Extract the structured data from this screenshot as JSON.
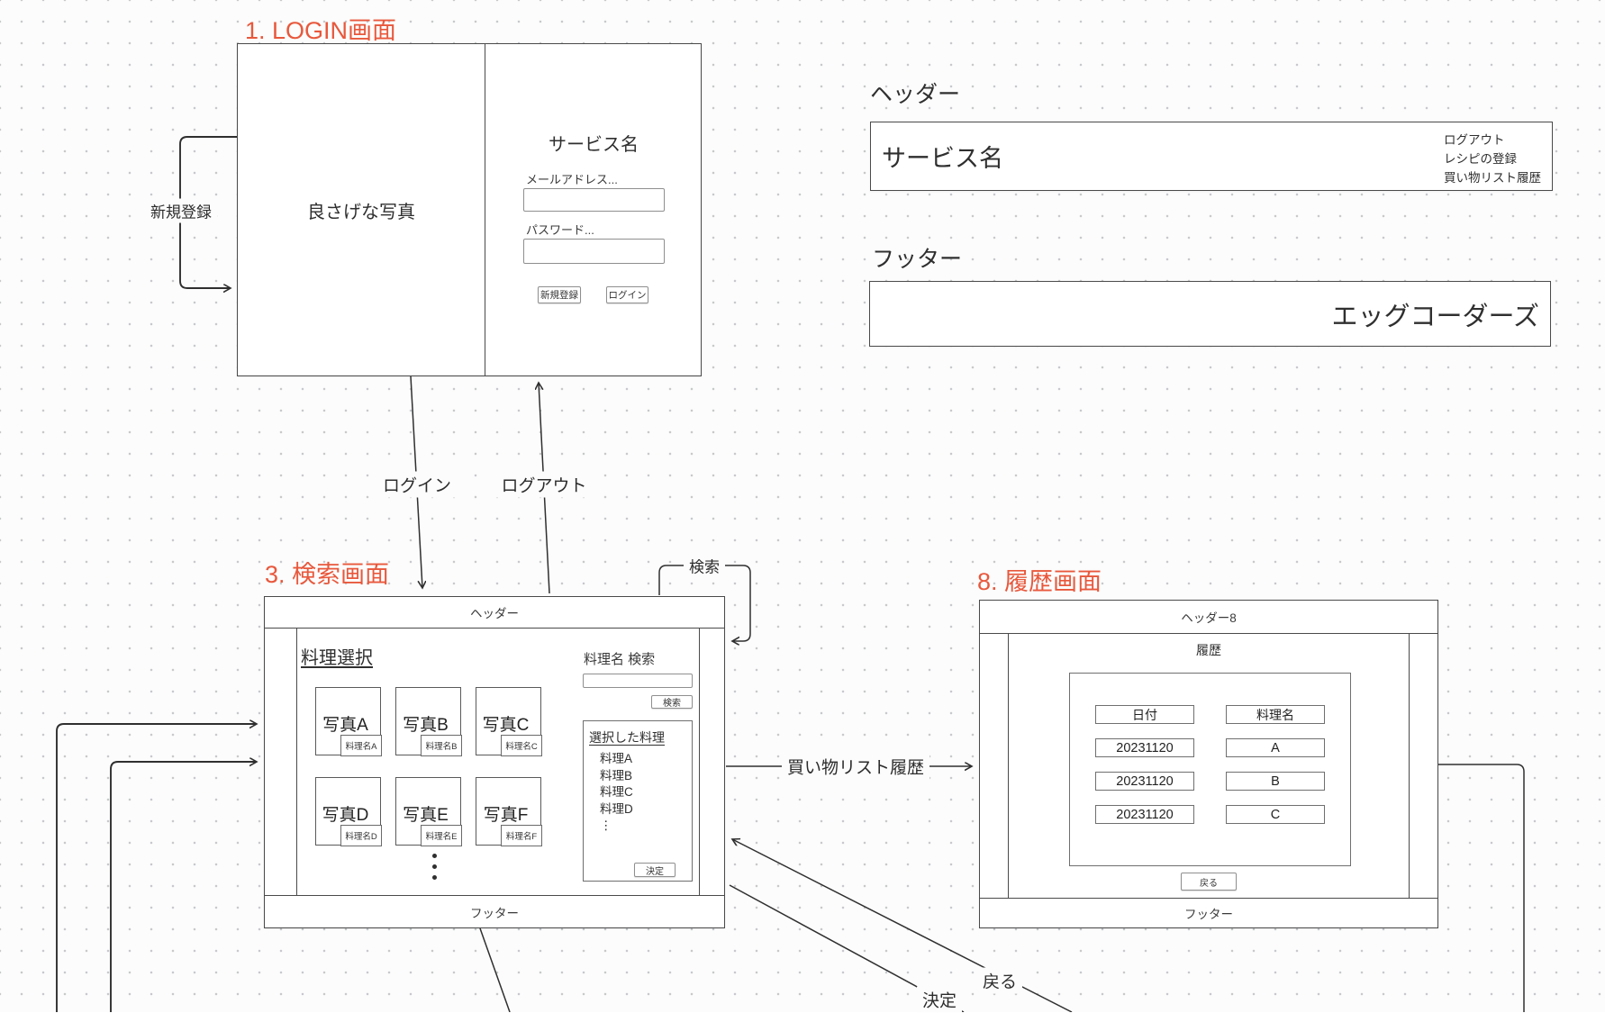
{
  "titles": {
    "login": "1. LOGIN画面",
    "search": "3. 検索画面",
    "history": "8. 履歴画面"
  },
  "login": {
    "photo_placeholder": "良さげな写真",
    "service_name": "サービス名",
    "email_label": "メールアドレス...",
    "password_label": "パスワード...",
    "register_button": "新規登録",
    "login_button": "ログイン"
  },
  "header_component": {
    "label": "ヘッダー",
    "service_name": "サービス名",
    "links": [
      "ログアウト",
      "レシピの登録",
      "買い物リスト履歴"
    ]
  },
  "footer_component": {
    "label": "フッター",
    "brand": "エッグコーダーズ"
  },
  "search_screen": {
    "header": "ヘッダー",
    "footer": "フッター",
    "section_title": "料理選択",
    "photos": [
      {
        "title": "写真A",
        "label": "料理名A"
      },
      {
        "title": "写真B",
        "label": "料理名B"
      },
      {
        "title": "写真C",
        "label": "料理名C"
      },
      {
        "title": "写真D",
        "label": "料理名D"
      },
      {
        "title": "写真E",
        "label": "料理名E"
      },
      {
        "title": "写真F",
        "label": "料理名F"
      }
    ],
    "search_label": "料理名 検索",
    "search_button": "検索",
    "selected_title": "選択した料理",
    "selected_items": [
      "料理A",
      "料理B",
      "料理C",
      "料理D"
    ],
    "more_indicator": "⋮",
    "confirm_button": "決定"
  },
  "history_screen": {
    "header": "ヘッダー8",
    "footer": "フッター",
    "section_title": "履歴",
    "columns": [
      "日付",
      "料理名"
    ],
    "rows": [
      [
        "20231120",
        "A"
      ],
      [
        "20231120",
        "B"
      ],
      [
        "20231120",
        "C"
      ]
    ],
    "back_button": "戻る"
  },
  "edges": {
    "register": "新規登録",
    "login": "ログイン",
    "logout": "ログアウト",
    "search": "検索",
    "shopping_history": "買い物リスト履歴",
    "back": "戻る",
    "confirm": "決定"
  },
  "colors": {
    "accent": "#e8583c",
    "line": "#2f2f2f",
    "canvas": "#fcfcfc"
  }
}
